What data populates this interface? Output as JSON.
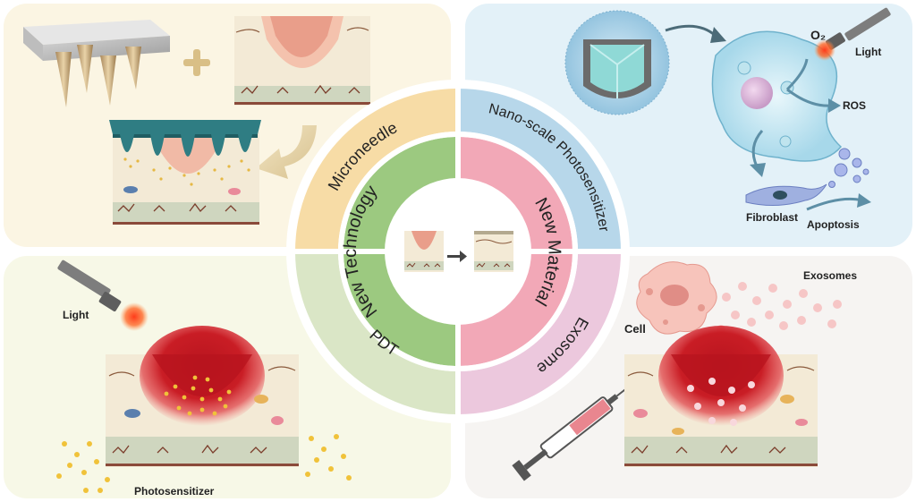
{
  "quadrants": {
    "microneedle_panel": {},
    "nanoscale_panel": {
      "o2_label": "O₂",
      "light_label": "Light",
      "ros_label": "ROS",
      "fibroblast_label": "Fibroblast",
      "apoptosis_label": "Apoptosis"
    },
    "pdt_panel": {
      "light_label": "Light",
      "photosensitizer_label": "Photosensitizer"
    },
    "exosome_panel": {
      "cell_label": "Cell",
      "exosomes_label": "Exosomes"
    }
  },
  "wheel": {
    "outer": {
      "microneedle": "Microneedle",
      "nanoscale": "Nano-scale Photosensitizer",
      "pdt": "PDT",
      "exosome": "Exosome"
    },
    "inner": {
      "new_technology": "New Technology",
      "new_material": "New Material"
    }
  },
  "colors": {
    "outer_microneedle": "#f7dca6",
    "outer_nanoscale": "#b7d7ea",
    "outer_pdt": "#dae6c6",
    "outer_exosome": "#ecc8dd",
    "inner_technology": "#9cc980",
    "inner_material": "#f2a8b7",
    "panel_yellow": "#fbf5e3",
    "panel_blue": "#e3f1f8",
    "panel_green": "#f7f8e7",
    "panel_grey": "#f6f4f2"
  }
}
